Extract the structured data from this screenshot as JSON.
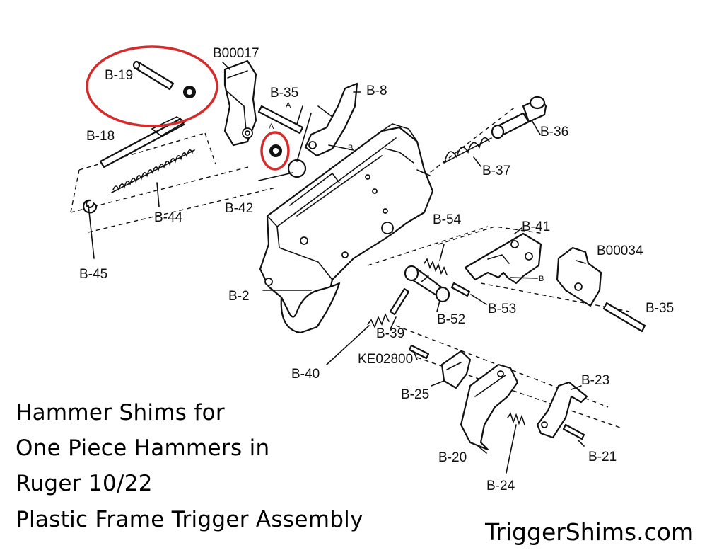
{
  "caption": {
    "line1": "Hammer Shims for",
    "line2": "One Piece Hammers in",
    "line3": "Ruger 10/22",
    "line4": "Plastic Frame Trigger Assembly"
  },
  "site": "TriggerShims.com",
  "highlight_color": "#d62b2b",
  "part_labels": {
    "b00017": "B00017",
    "b19": "B-19",
    "b35_top": "B-35",
    "b8": "B-8",
    "b36": "B-36",
    "b18": "B-18",
    "b37": "B-37",
    "b42": "B-42",
    "b44": "B-44",
    "b54": "B-54",
    "b41": "B-41",
    "b00034": "B00034",
    "b45": "B-45",
    "b2": "B-2",
    "b53": "B-53",
    "b35_right": "B-35",
    "b52": "B-52",
    "b39": "B-39",
    "ke02800": "KE02800",
    "b40": "B-40",
    "b25": "B-25",
    "b23": "B-23",
    "b20": "B-20",
    "b21": "B-21",
    "b24": "B-24"
  },
  "callout_letters": {
    "a1": "A",
    "a2": "A",
    "b1": "B",
    "b2": "B"
  }
}
